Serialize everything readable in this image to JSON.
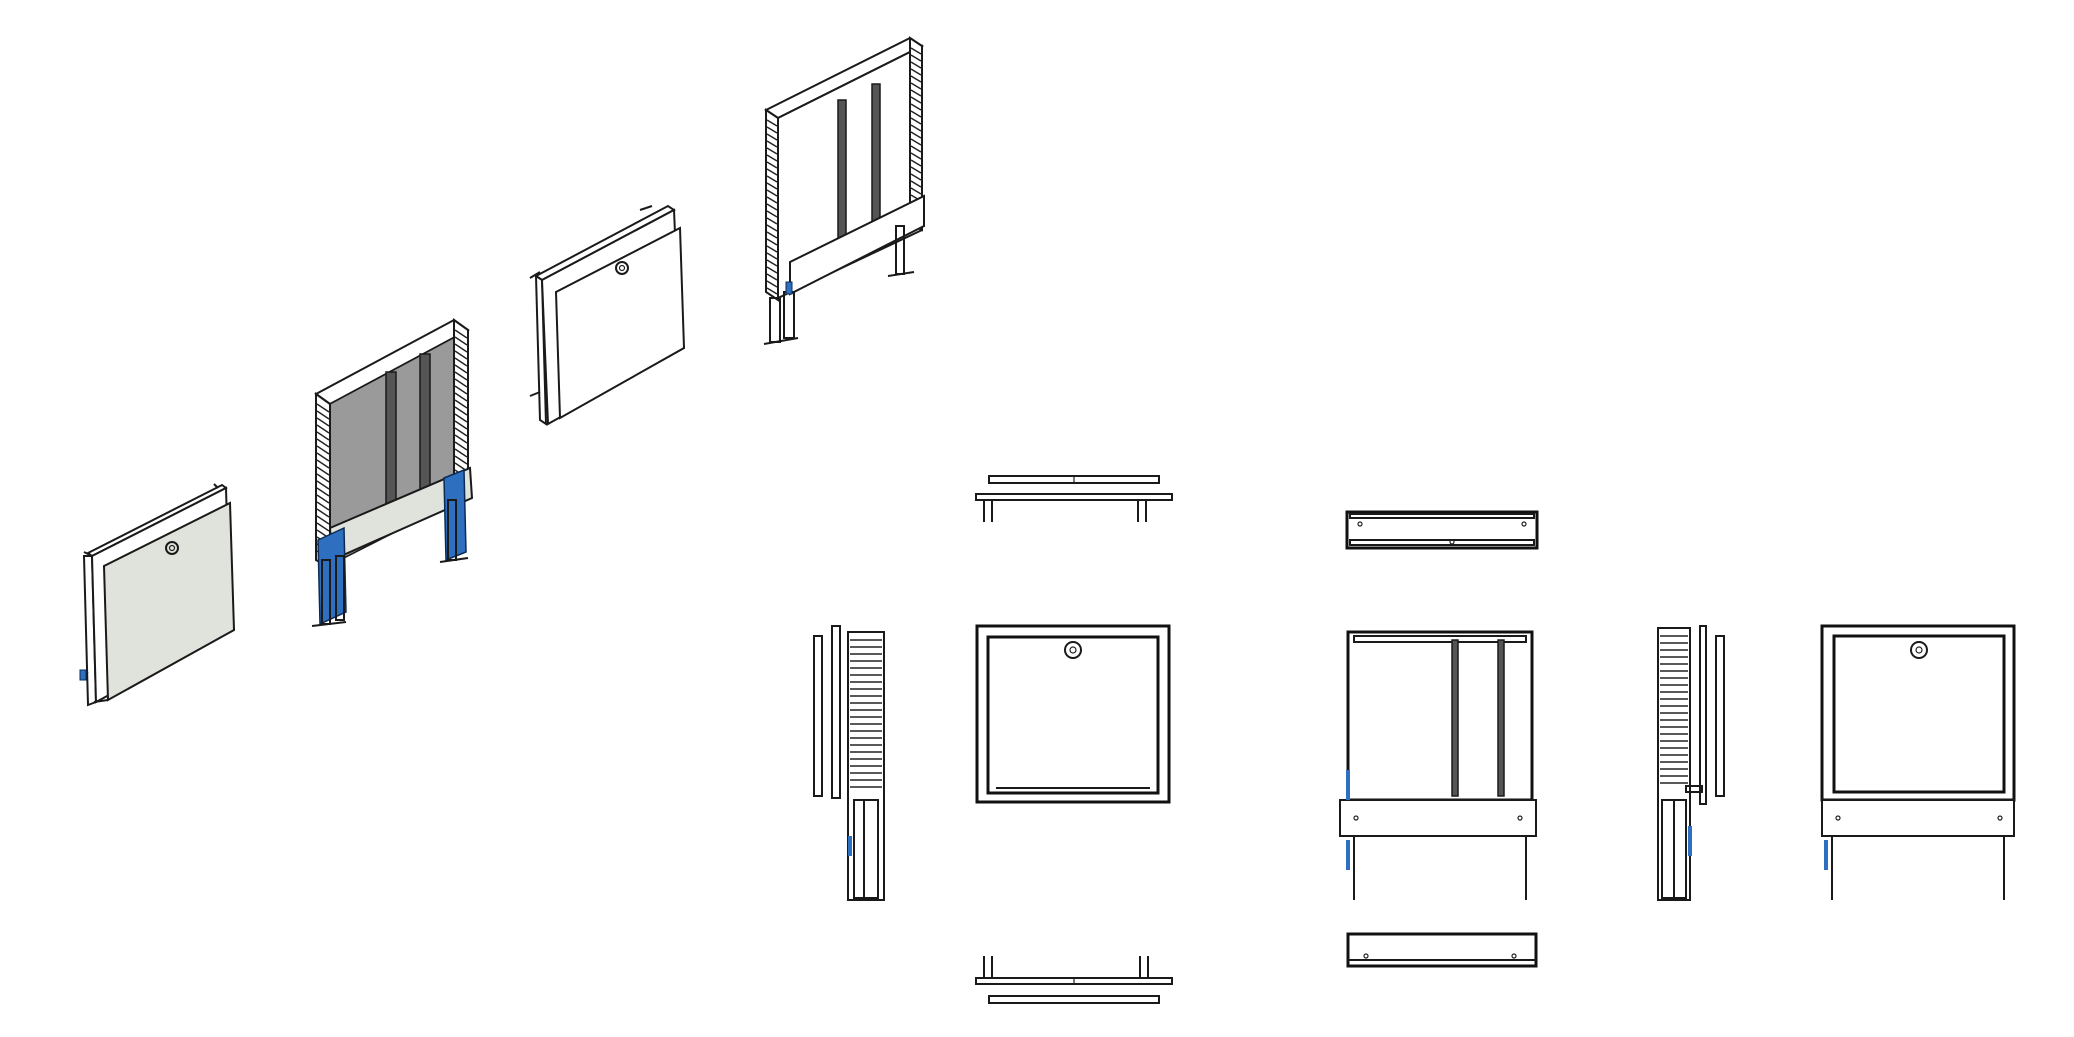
{
  "colors": {
    "background": "#ffffff",
    "outline": "#1a1a1a",
    "door_panel": "#dfe3dc",
    "cabinet_back": "#9a9a9a",
    "dark_rail": "#555555",
    "accent_blue": "#2f6fc0"
  },
  "views": [
    {
      "name": "iso-cover-door-assembled",
      "icon": "cabinet-iso-icon"
    },
    {
      "name": "iso-cabinet-frame-with-legs",
      "icon": "cabinet-iso-icon"
    },
    {
      "name": "iso-cover-door-exploded",
      "icon": "cabinet-iso-icon"
    },
    {
      "name": "iso-cabinet-frame-outline",
      "icon": "cabinet-iso-icon"
    },
    {
      "name": "cover-top-view",
      "icon": "top-view-icon"
    },
    {
      "name": "cover-side-view",
      "icon": "side-view-icon"
    },
    {
      "name": "cover-front-view",
      "icon": "front-view-icon"
    },
    {
      "name": "cover-bottom-view",
      "icon": "bottom-view-icon"
    },
    {
      "name": "cabinet-top-view",
      "icon": "top-view-icon"
    },
    {
      "name": "cabinet-front-view",
      "icon": "front-view-icon"
    },
    {
      "name": "cabinet-bottom-view",
      "icon": "bottom-view-icon"
    },
    {
      "name": "assembly-side-view",
      "icon": "side-view-icon"
    },
    {
      "name": "assembly-front-view",
      "icon": "front-view-icon"
    }
  ]
}
